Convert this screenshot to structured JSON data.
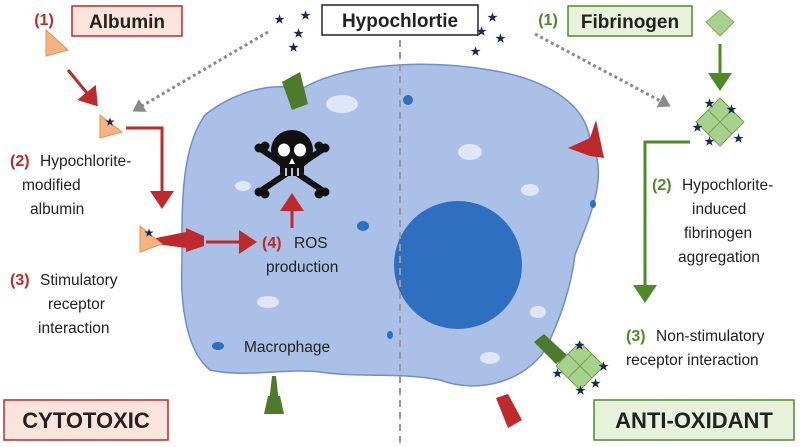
{
  "left": {
    "step1_num": "(1)",
    "step1_label": "Albumin",
    "step2_num": "(2)",
    "step2_line1": "Hypochlorite-",
    "step2_line2": "modified",
    "step2_line3": "albumin",
    "step3_num": "(3)",
    "step3_line1": "Stimulatory",
    "step3_line2": "receptor",
    "step3_line3": "interaction",
    "step4_num": "(4)",
    "step4_line1": "ROS",
    "step4_line2": "production",
    "outcome": "CYTOTOXIC"
  },
  "center": {
    "title": "Hypochlortie",
    "cell_label": "Macrophage",
    "toxicity_icon": "skull-crossbones-icon"
  },
  "right": {
    "step1_num": "(1)",
    "step1_label": "Fibrinogen",
    "step2_num": "(2)",
    "step2_line1": "Hypochlorite-",
    "step2_line2": "induced",
    "step2_line3": "fibrinogen",
    "step2_line4": "aggregation",
    "step3_num": "(3)",
    "step3_line1": "Non-stimulatory",
    "step3_line2": "receptor interaction",
    "outcome": "ANTI-OXIDANT"
  },
  "colors": {
    "red": "#c0292b",
    "green": "#4e8a2a",
    "albumin_fill": "#f5b382",
    "fibrinogen_fill": "#a9d18e",
    "cell_fill": "#aac0e6",
    "nucleus_fill": "#2e6fc0",
    "left_box_fill": "#fbe4dc",
    "right_box_fill": "#e6f2dc"
  }
}
